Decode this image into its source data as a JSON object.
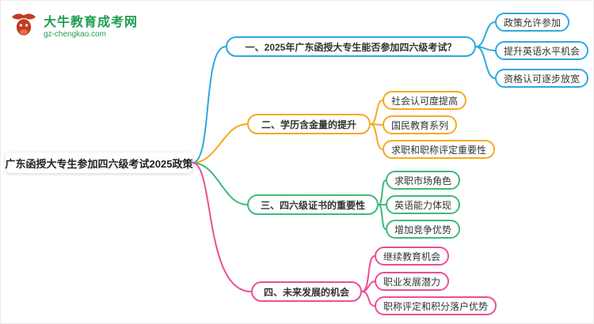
{
  "logo": {
    "icon": "bull-icon",
    "title": "大牛教育成考网",
    "url": "gz-chengkao.com",
    "brand_color": "#1E9E50",
    "icon_color": "#C23B21"
  },
  "root": {
    "label": "广东函授大专生参加四六级考试2025政策"
  },
  "branches": [
    {
      "label": "一、2025年广东函授大专生能否参加四六级考试？",
      "color": "#2FA8E1",
      "children": [
        {
          "label": "政策允许参加"
        },
        {
          "label": "提升英语水平机会"
        },
        {
          "label": "资格认可逐步放宽"
        }
      ]
    },
    {
      "label": "二、学历含金量的提升",
      "color": "#F7A823",
      "children": [
        {
          "label": "社会认可度提高"
        },
        {
          "label": "国民教育系列"
        },
        {
          "label": "求职和职称评定重要性"
        }
      ]
    },
    {
      "label": "三、四六级证书的重要性",
      "color": "#3FBA7B",
      "children": [
        {
          "label": "求职市场角色"
        },
        {
          "label": "英语能力体现"
        },
        {
          "label": "增加竞争优势"
        }
      ]
    },
    {
      "label": "四、未来发展的机会",
      "color": "#ED4E96",
      "children": [
        {
          "label": "继续教育机会"
        },
        {
          "label": "职业发展潜力"
        },
        {
          "label": "职称评定和积分落户优势"
        }
      ]
    }
  ]
}
